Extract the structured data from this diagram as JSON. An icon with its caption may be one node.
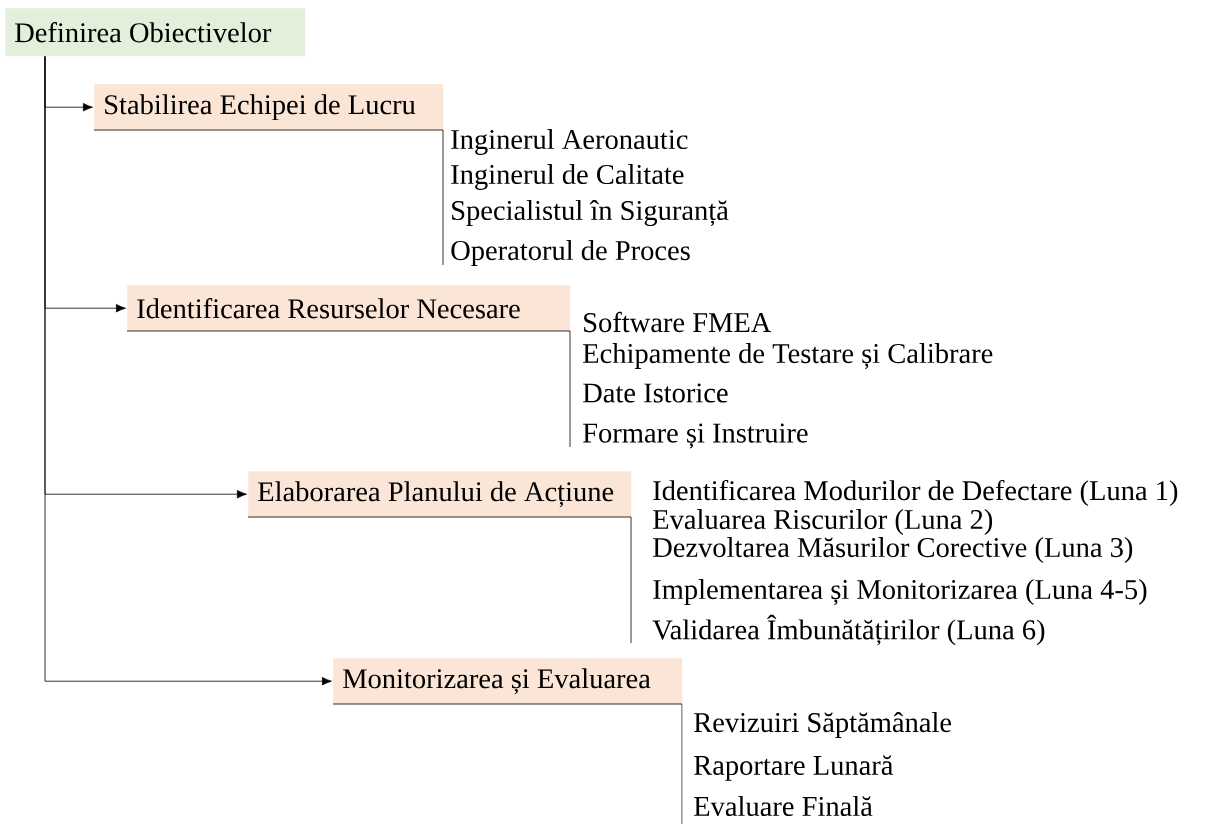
{
  "diagram": {
    "nodes": [
      {
        "text": [
          "Definirea Obiectivelor"
        ]
      },
      {
        "text": [
          "Stabilirea Echipei de Lucru"
        ],
        "beside": [
          "Inginerul Aeronautic",
          "Inginerul de Calitate",
          "Specialistul în Siguranță",
          "Operatorul de Proces"
        ]
      },
      {
        "text": [
          "Identificarea Resurselor Necesare"
        ],
        "beside": [
          "Software FMEA",
          "Echipamente de Testare și Calibrare",
          "Date Istorice",
          "Formare și Instruire"
        ]
      },
      {
        "text": [
          "Elaborarea Planului de Acțiune"
        ],
        "beside": [
          "Identificarea Modurilor de Defectare (Luna 1)",
          "Evaluarea Riscurilor (Luna 2)",
          "Dezvoltarea Măsurilor Corective (Luna 3)",
          "Implementarea și Monitorizarea (Luna 4-5)",
          "Validarea Îmbunătățirilor (Luna 6)"
        ]
      },
      {
        "text": [
          "Monitorizarea și Evaluarea"
        ],
        "beside": [
          "Revizuiri Săptămânale",
          "Raportare Lunară",
          "Evaluare Finală"
        ]
      }
    ],
    "edges": [
      {
        "from": 0,
        "to": 1,
        "arrow": "to"
      },
      {
        "from": 0,
        "to": 2,
        "arrow": "to"
      },
      {
        "from": 0,
        "to": 3,
        "arrow": "to"
      },
      {
        "from": 0,
        "to": 4,
        "arrow": "to"
      }
    ]
  }
}
